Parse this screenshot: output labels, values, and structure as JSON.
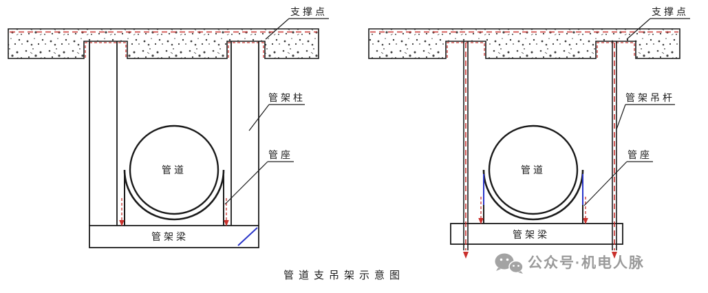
{
  "title": "管道支吊架示意图",
  "watermark": {
    "text": "公众号·机电人脉"
  },
  "left_diagram": {
    "labels": {
      "support_point": "支撑点",
      "column": "管架柱",
      "pipe": "管道",
      "pipe_seat": "管座",
      "beam": "管架梁"
    }
  },
  "right_diagram": {
    "labels": {
      "support_point": "支撑点",
      "hanger_rod": "管架吊杆",
      "pipe": "管道",
      "pipe_seat": "管座",
      "beam": "管架梁"
    }
  },
  "colors": {
    "line": "#1a1a1a",
    "accent_red": "#c9302c",
    "accent_blue": "#2a35c8",
    "watermark_gray": "#9a9a9a"
  }
}
